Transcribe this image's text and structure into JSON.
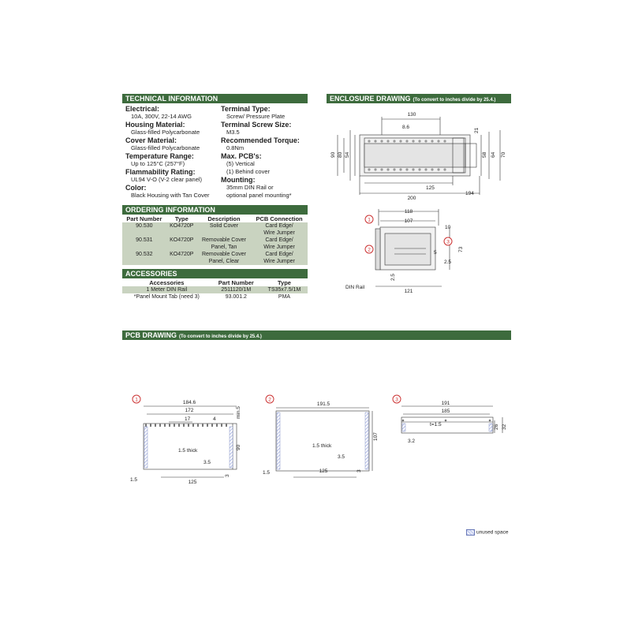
{
  "technical": {
    "heading": "TECHNICAL INFORMATION",
    "left": [
      {
        "label": "Electrical:",
        "values": [
          "10A, 300V, 22-14 AWG"
        ]
      },
      {
        "label": "Housing Material:",
        "values": [
          "Glass-filled Polycarbonate"
        ]
      },
      {
        "label": "Cover Material:",
        "values": [
          "Glass-filled Polycarbonate"
        ]
      },
      {
        "label": "Temperature Range:",
        "values": [
          "Up to 125°C (257°F)"
        ]
      },
      {
        "label": "Flammability Rating:",
        "values": [
          "UL94 V-O (V-2 clear panel)"
        ]
      },
      {
        "label": "Color:",
        "values": [
          "Black Housing with Tan Cover"
        ]
      }
    ],
    "right": [
      {
        "label": "Terminal Type:",
        "values": [
          "Screw/ Pressure Plate"
        ]
      },
      {
        "label": "Terminal Screw Size:",
        "values": [
          "M3.5"
        ]
      },
      {
        "label": "Recommended Torque:",
        "values": [
          "0.8Nm"
        ]
      },
      {
        "label": "Max. PCB's:",
        "values": [
          "(5) Vertical",
          "(1) Behind cover"
        ]
      },
      {
        "label": "Mounting:",
        "values": [
          "35mm DIN Rail or",
          "optional panel mounting*"
        ]
      }
    ]
  },
  "ordering": {
    "heading": "ORDERING INFORMATION",
    "headers": [
      "Part Number",
      "Type",
      "Description",
      "PCB Connection"
    ],
    "rows": [
      {
        "part": "90.530",
        "type": "KO4720P",
        "desc": [
          "Solid Cover",
          ""
        ],
        "pcb": [
          "Card Edge/",
          "Wire Jumper"
        ]
      },
      {
        "part": "90.531",
        "type": "KO4720P",
        "desc": [
          "Removable Cover",
          "Panel, Tan"
        ],
        "pcb": [
          "Card Edge/",
          "Wire Jumper"
        ]
      },
      {
        "part": "90.532",
        "type": "KO4720P",
        "desc": [
          "Removable Cover",
          "Panel, Clear"
        ],
        "pcb": [
          "Card Edge/",
          "Wire Jumper"
        ]
      }
    ]
  },
  "accessories": {
    "heading": "ACCESSORIES",
    "headers": [
      "Accessories",
      "Part Number",
      "Type"
    ],
    "rows": [
      {
        "name": "1 Meter DIN Rail",
        "part": "2511120/1M",
        "type": "TS35x7.5/1M"
      },
      {
        "name": "*Panel Mount Tab (need 3)",
        "part": "93.001.2",
        "type": "PMA"
      }
    ]
  },
  "enclosure": {
    "heading": "ENCLOSURE DRAWING",
    "note": "(To convert to inches divide by 25.4.)",
    "top_dims": {
      "d130": "130",
      "d8_6": "8.6",
      "d90": "90",
      "d80": "80",
      "d54": "54",
      "d58": "58",
      "d64": "64",
      "d70": "70",
      "d21": "21",
      "d125": "125",
      "d200": "200",
      "d194": "194"
    },
    "side_dims": {
      "d118": "118",
      "d107": "107",
      "d10": "10",
      "d73": "73",
      "d5": "5",
      "d2_5a": "2.5",
      "d2_5b": "2.5",
      "d121": "121",
      "din_rail": "DIN Rail",
      "c1": "1",
      "c2": "2",
      "c3": "3"
    }
  },
  "pcb": {
    "heading": "PCB DRAWING",
    "note": "(To convert to inches divide by 25.4.)",
    "p1": {
      "num": "1",
      "d184_6": "184.6",
      "d172": "172",
      "d17": "17",
      "d4": "4",
      "min5": "min.5",
      "thick": "1.5 thick",
      "d90": "90",
      "d3_5": "3.5",
      "d125": "125",
      "d1_5": "1.5",
      "d3": "3"
    },
    "p2": {
      "num": "2",
      "d191_5": "191.5",
      "thick": "1.5 thick",
      "d107": "107",
      "d3_5": "3.5",
      "d125": "125",
      "d1_5": "1.5",
      "d3": "3"
    },
    "p3": {
      "num": "3",
      "d191": "191",
      "d185": "185",
      "t": "t=1.5",
      "d26": "26",
      "d32": "32",
      "d3_2": "3.2"
    }
  },
  "legend": {
    "label": "unused space"
  }
}
